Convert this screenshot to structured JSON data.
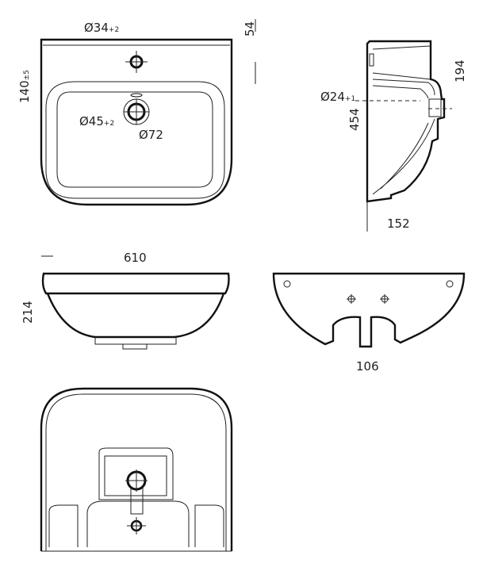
{
  "title": "Washbasin technical drawing",
  "views": {
    "top": {
      "tap_hole": {
        "label": "Ø34",
        "tolerance": "+2"
      },
      "rim_height": "54",
      "tap_to_drain": {
        "label": "140",
        "tolerance": "±5"
      },
      "drain_hole": {
        "label": "Ø45",
        "tolerance": "+2"
      },
      "drain_outer": "Ø72"
    },
    "side": {
      "waste_outlet": {
        "label": "Ø24",
        "tolerance": "+1"
      },
      "outlet_height": "194",
      "height": "454",
      "depth_offset": "152"
    },
    "front": {
      "width": "610",
      "bowl_height": "214"
    },
    "back": {
      "outlet_width": "106"
    },
    "bottom": {}
  },
  "colors": {
    "line": "#111111",
    "background": "#ffffff"
  }
}
